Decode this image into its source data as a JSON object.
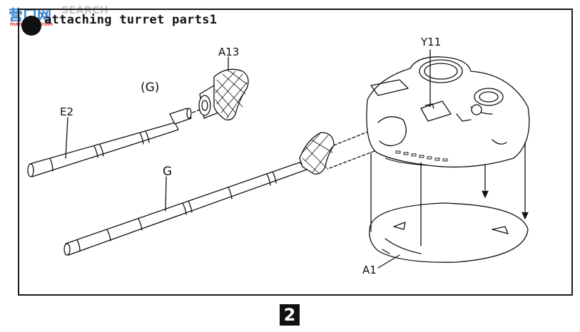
{
  "watermark": {
    "brand_cn": "营口网",
    "brand_en": "SEARCH",
    "url": "mao.shudi.com"
  },
  "header": {
    "title": "attaching turret parts1"
  },
  "labels": {
    "a13": "A13",
    "g_paren": "(G)",
    "e2": "E2",
    "g": "G",
    "y11": "Y11",
    "a1": "A1"
  },
  "footer": {
    "step_number": "2"
  }
}
